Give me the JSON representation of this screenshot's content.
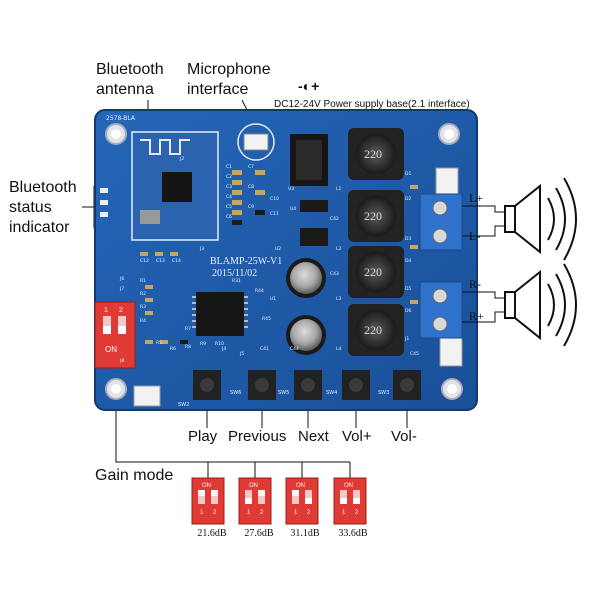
{
  "callouts": {
    "bt_antenna": [
      "Bluetooth",
      "antenna"
    ],
    "mic": [
      "Microphone",
      "interface"
    ],
    "power_symbol": "-◐+",
    "power": "DC12-24V Power supply base(2.1 interface)",
    "bt_status": [
      "Bluetooth",
      "status",
      "indicator"
    ],
    "gain_mode": "Gain mode"
  },
  "buttons": [
    "Play",
    "Previous",
    "Next",
    "Vol+",
    "Vol-"
  ],
  "switch_labels": [
    "SW2",
    "SW6",
    "SW5",
    "SW4",
    "SW3"
  ],
  "terminals": [
    "L+",
    "L-",
    "R-",
    "R+"
  ],
  "board": {
    "name": "BLAMP-25W-V1",
    "date": "2015/11/02",
    "bt_module": "2578-BLA",
    "inductor_value": "220",
    "dip_on": "ON",
    "dip_nums": [
      "1",
      "2"
    ],
    "refdes": [
      "C1",
      "C2",
      "C3",
      "C4",
      "C5",
      "C6",
      "C7",
      "C8",
      "C9",
      "C10",
      "C11",
      "C12",
      "C13",
      "C14",
      "R1",
      "R2",
      "R3",
      "R4",
      "R5",
      "R6",
      "R7",
      "R8",
      "R9",
      "R10",
      "R31",
      "R44",
      "R45",
      "U1",
      "U2",
      "U3",
      "U4",
      "L1",
      "L2",
      "L3",
      "L4",
      "D1",
      "D2",
      "D3",
      "D4",
      "D5",
      "D6",
      "J1",
      "J2",
      "J3",
      "J4",
      "J5",
      "J6",
      "J7",
      "J8",
      "C41",
      "C42",
      "C43",
      "C44",
      "C45"
    ]
  },
  "gain": {
    "values": [
      "21.6dB",
      "27.6dB",
      "31.1dB",
      "33.6dB"
    ],
    "on": "ON",
    "nums": [
      "1",
      "2"
    ]
  },
  "colors": {
    "pcb": "#1e5aa8",
    "pcb_dark": "#17478a",
    "dip": "#e03a34",
    "terminal": "#2a6fc9"
  }
}
